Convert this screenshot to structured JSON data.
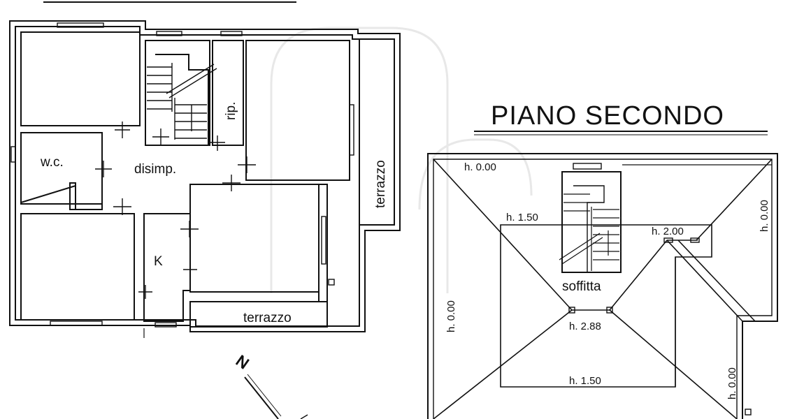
{
  "title": "PIANO SECONDO",
  "rooms": {
    "wc": "w.c.",
    "disimp": "disimp.",
    "rip": "rip.",
    "terrazzo_side": "terrazzo",
    "kitchen": "K",
    "terrazzo_bottom": "terrazzo",
    "soffitta": "soffitta"
  },
  "heights": {
    "top_left": "h. 0.00",
    "upper_left": "h. 1.50",
    "upper_right": "h. 2.00",
    "right_top": "h. 0.00",
    "left": "h. 0.00",
    "center": "h. 2.88",
    "bottom": "h. 1.50",
    "right_bottom": "h. 0.00"
  },
  "compass": {
    "north_label": "N",
    "icon": "north-arrow-icon"
  },
  "colors": {
    "ink": "#111111",
    "watermark": "#e6e6e6"
  }
}
